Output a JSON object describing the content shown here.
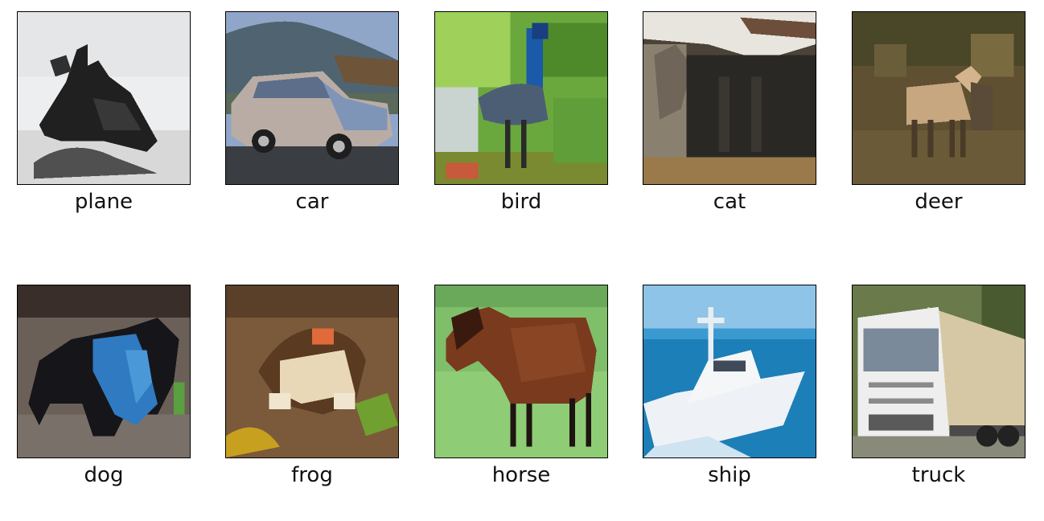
{
  "grid": {
    "items": [
      {
        "label": "plane"
      },
      {
        "label": "car"
      },
      {
        "label": "bird"
      },
      {
        "label": "cat"
      },
      {
        "label": "deer"
      },
      {
        "label": "dog"
      },
      {
        "label": "frog"
      },
      {
        "label": "horse"
      },
      {
        "label": "ship"
      },
      {
        "label": "truck"
      }
    ]
  }
}
